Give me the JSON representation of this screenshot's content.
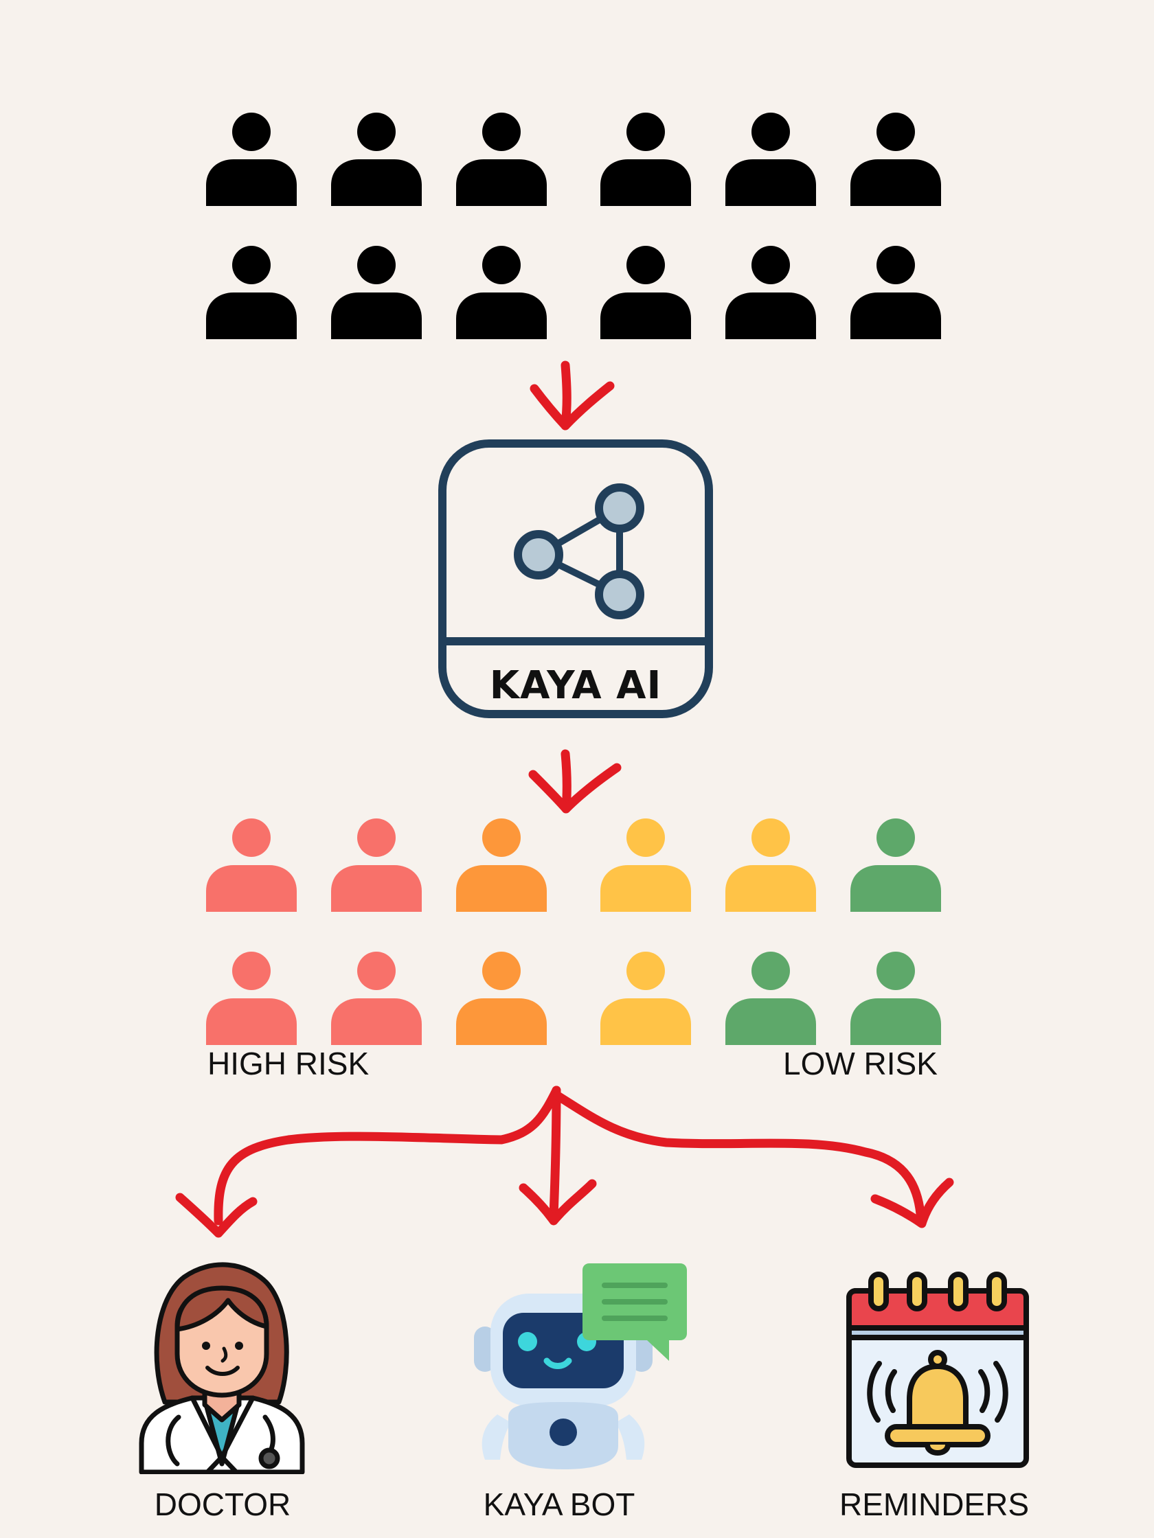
{
  "colors": {
    "background": "#f7f2ed",
    "patients_unclassified": "#000000",
    "high_risk": "#f8716a",
    "medium_high_risk": "#fd973a",
    "medium_risk": "#ffc347",
    "low_risk": "#5ea86a",
    "arrow": "#e21b23",
    "kaya_box": "#213f5a"
  },
  "patients": {
    "row1": [
      "black",
      "black",
      "black",
      "black",
      "black",
      "black"
    ],
    "row2": [
      "black",
      "black",
      "black",
      "black",
      "black",
      "black"
    ]
  },
  "classified": {
    "row1": [
      "high_risk",
      "high_risk",
      "medium_high_risk",
      "medium_risk",
      "medium_risk",
      "low_risk"
    ],
    "row2": [
      "high_risk",
      "high_risk",
      "medium_high_risk",
      "medium_risk",
      "low_risk",
      "low_risk"
    ]
  },
  "kaya_ai": {
    "label": "KAYA AI",
    "icon": "share-network-icon"
  },
  "risk_scale": {
    "high": "HIGH RISK",
    "low": "LOW RISK"
  },
  "outputs": [
    {
      "label": "DOCTOR",
      "icon": "doctor-icon"
    },
    {
      "label": "KAYA BOT",
      "icon": "chat-robot-icon"
    },
    {
      "label": "REMINDERS",
      "icon": "calendar-bell-icon"
    }
  ]
}
